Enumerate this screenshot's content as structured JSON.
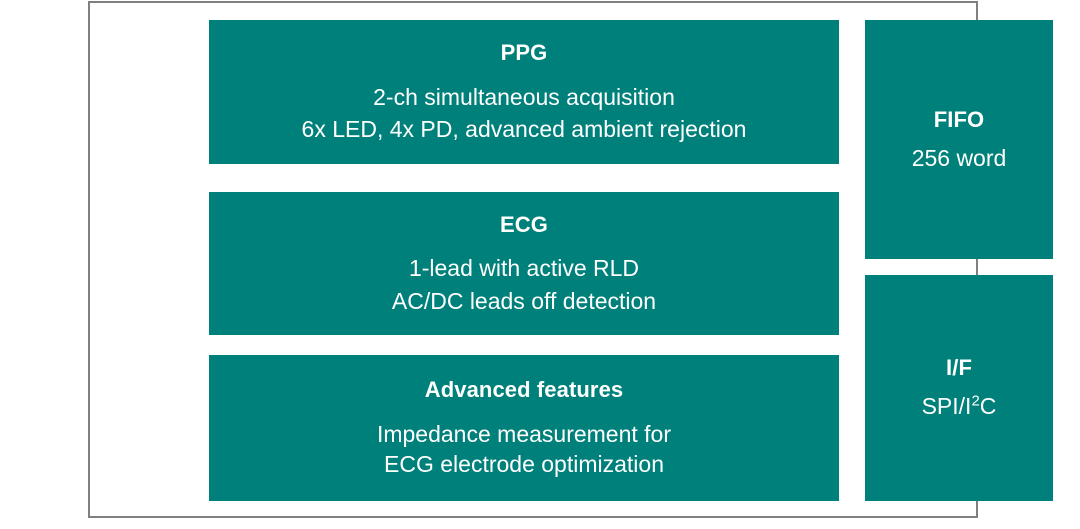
{
  "figure": {
    "palette": {
      "block_fill": "#00807A",
      "block_text": "#FFFFFF",
      "frame_border": "#808080",
      "background": "#FFFFFF"
    },
    "left_column": [
      {
        "id": "ppg",
        "title": "PPG",
        "lines": [
          "2-ch simultaneous acquisition",
          "6x LED, 4x PD, advanced ambient rejection"
        ]
      },
      {
        "id": "ecg",
        "title": "ECG",
        "lines": [
          "1-lead with active RLD",
          "AC/DC leads off detection"
        ]
      },
      {
        "id": "advanced",
        "title": "Advanced features",
        "lines": [
          "Impedance measurement for",
          "ECG electrode optimization"
        ]
      }
    ],
    "right_column": [
      {
        "id": "fifo",
        "title": "FIFO",
        "lines": [
          "256 word"
        ]
      },
      {
        "id": "if",
        "title": "I/F",
        "lines_rich": [
          {
            "pre": "SPI/I",
            "sup": "2",
            "post": "C"
          }
        ]
      }
    ]
  }
}
